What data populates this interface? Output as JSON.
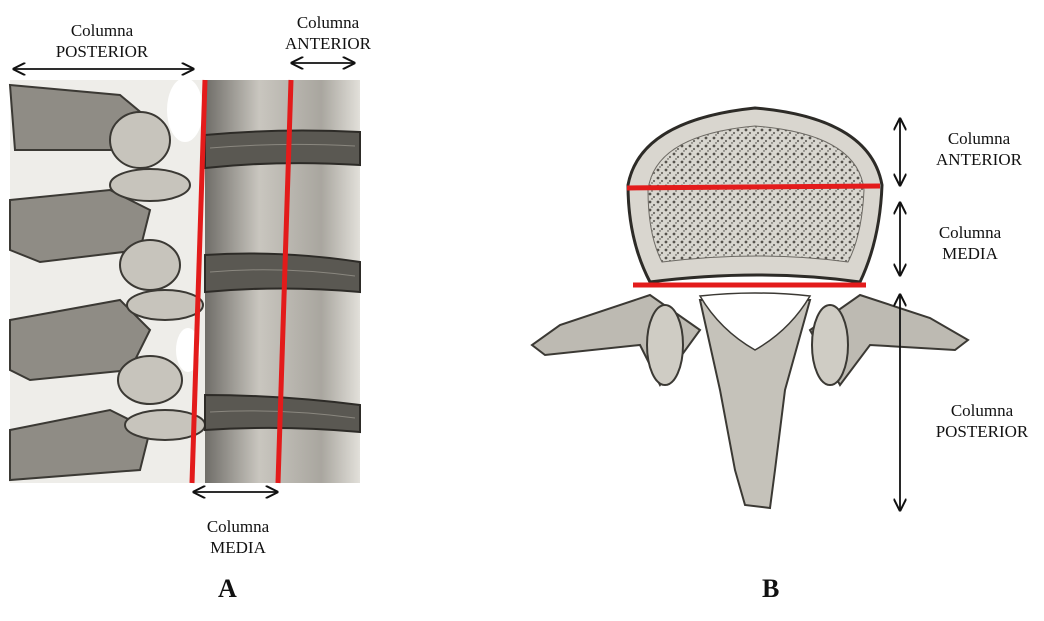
{
  "colors": {
    "accent_red": "#e31b1b",
    "bone": "#b9b6ad",
    "bone_dark": "#4b4944",
    "arrow": "#111111"
  },
  "panel_a": {
    "label": "A",
    "posterior": {
      "word": "Columna",
      "name": "POSTERIOR"
    },
    "anterior": {
      "word": "Columna",
      "name": "ANTERIOR"
    },
    "media": {
      "word": "Columna",
      "name": "MEDIA"
    }
  },
  "panel_b": {
    "label": "B",
    "anterior": {
      "word": "Columna",
      "name": "ANTERIOR"
    },
    "media": {
      "word": "Columna",
      "name": "MEDIA"
    },
    "posterior": {
      "word": "Columna",
      "name": "POSTERIOR"
    }
  }
}
